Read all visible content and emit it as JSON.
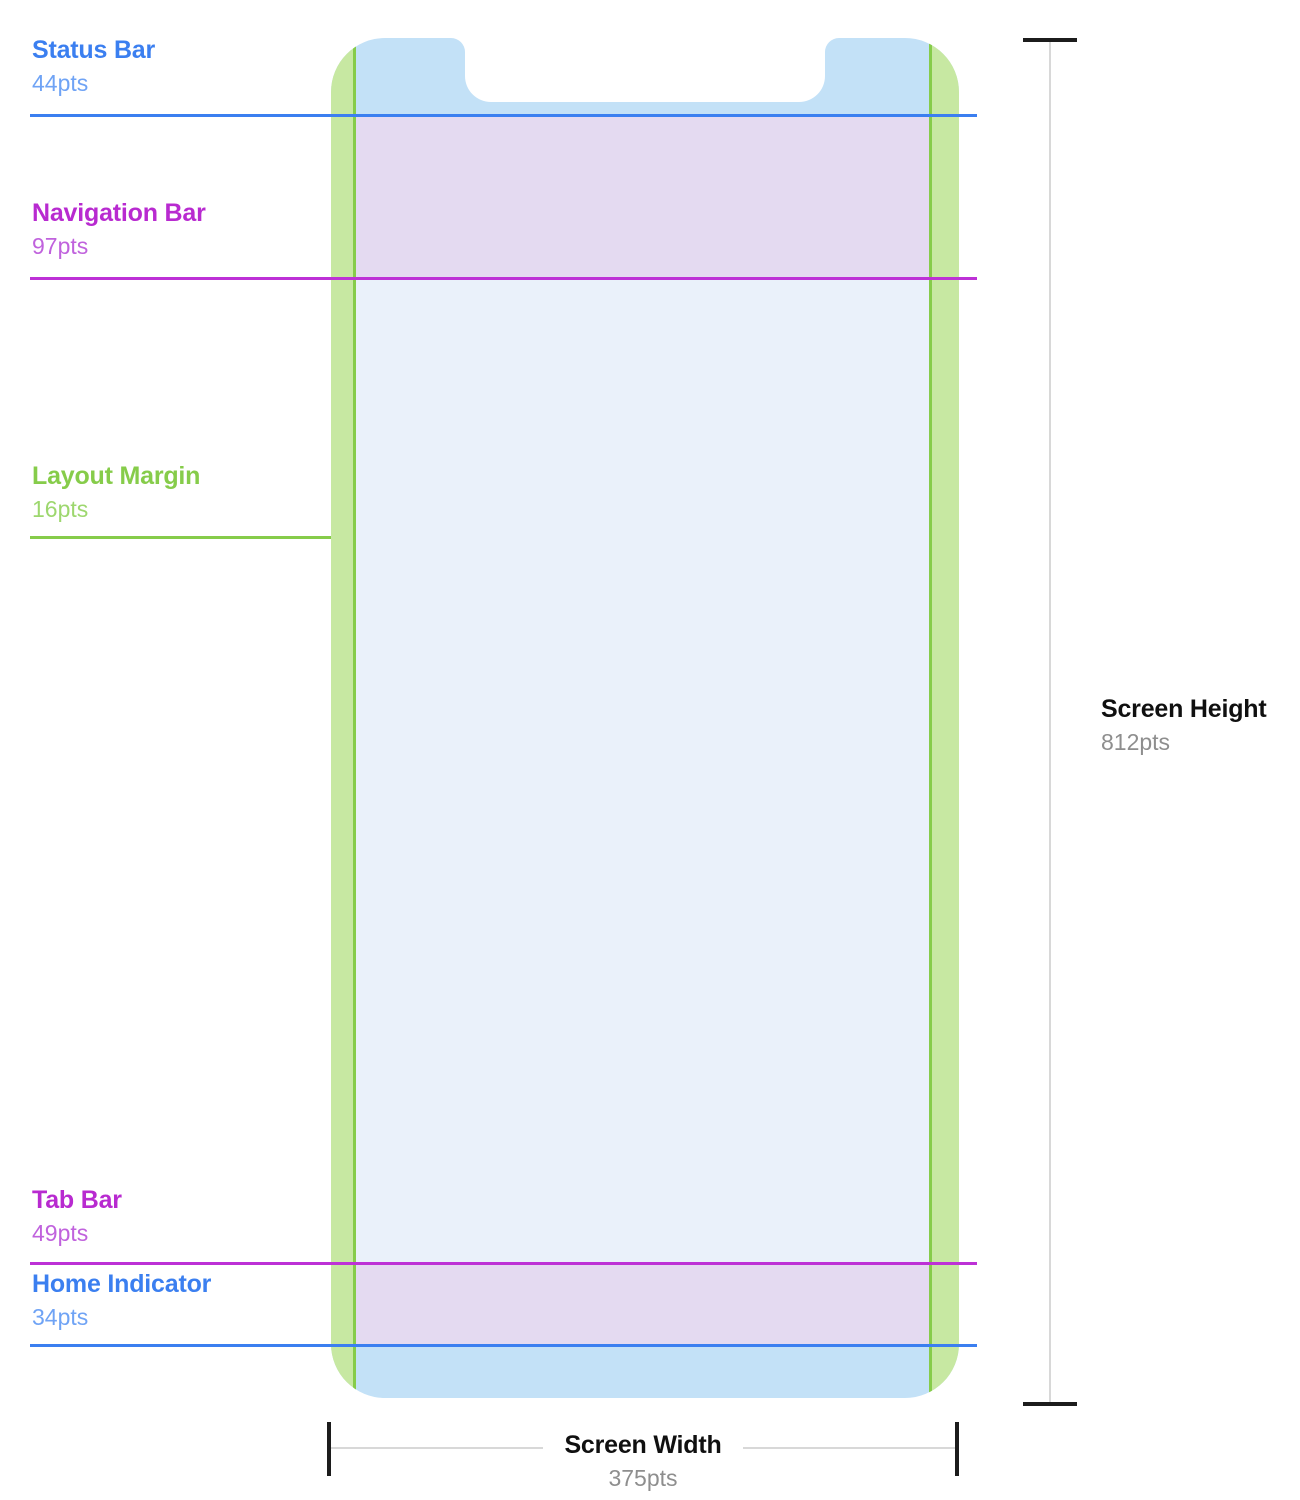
{
  "diagram": {
    "subject": "iPhone X screen layout specification",
    "annotations": [
      {
        "key": "status_bar",
        "title": "Status Bar",
        "value": "44pts",
        "color": "#3b7ff0"
      },
      {
        "key": "navigation_bar",
        "title": "Navigation Bar",
        "value": "97pts",
        "color": "#bd31d6"
      },
      {
        "key": "layout_margin",
        "title": "Layout Margin",
        "value": "16pts",
        "color": "#86cc4a"
      },
      {
        "key": "tab_bar",
        "title": "Tab Bar",
        "value": "49pts",
        "color": "#bd31d6"
      },
      {
        "key": "home_indicator",
        "title": "Home Indicator",
        "value": "34pts",
        "color": "#3b7ff0"
      }
    ],
    "dimensions": {
      "height": {
        "title": "Screen Height",
        "value": "812pts"
      },
      "width": {
        "title": "Screen Width",
        "value": "375pts"
      }
    },
    "palette": {
      "status_bar_fill": "#c3e1f7",
      "navigation_bar_fill": "#e4daf1",
      "content_fill": "#eaf1fa",
      "tab_bar_fill": "#e4daf1",
      "home_indicator_fill": "#c3e1f7",
      "layout_margin_fill": "#c7e8a2",
      "layout_margin_rule": "#86cc4a",
      "blue_rule": "#3b7ff0",
      "purple_rule": "#bd31d6",
      "dimension_line": "#1c1c1c",
      "dimension_value_text": "#8e8e8e"
    }
  }
}
